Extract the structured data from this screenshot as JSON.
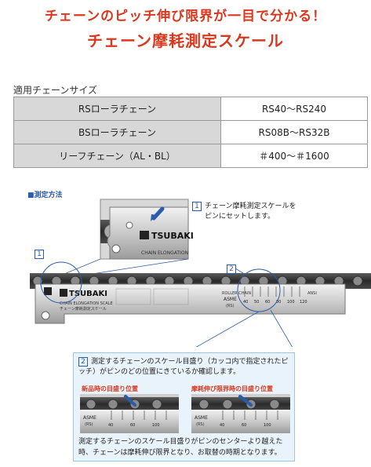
{
  "headline": {
    "line1": "チェーンのピッチ伸び限界が一目で分かる！",
    "line2": "チェーン摩耗測定スケール"
  },
  "applicable": {
    "label": "適用チェーンサイズ",
    "rows": [
      {
        "name": "RSローラチェーン",
        "range": "RS40～RS240"
      },
      {
        "name": "BSローラチェーン",
        "range": "RS08B～RS32B"
      },
      {
        "name": "リーフチェーン（AL・BL）",
        "range": "＃400～＃1600"
      }
    ]
  },
  "method": {
    "label": "■測定方法",
    "step1_num": "1",
    "step1_text_a": "チェーン摩耗測定スケールを",
    "step1_text_b": "ピンにセットします。",
    "step2_num": "2",
    "step2_text": "測定するチェーンのスケール目盛り（カッコ内で指定されたピッチ）がピンのどの位置にきているか確認します。",
    "new_label": "新品時の目盛り位置",
    "limit_label": "摩耗伸び限界時の目盛り位置",
    "conclusion": "測定するチェーンのスケール目盛りがピンのセンターより越えた時、チェーンは摩耗伸び限界となり、お取替の時期となります。"
  },
  "scale_print": {
    "brand": "TSUBAKI",
    "caption_zoom": "CHAIN ELONGATION",
    "caption_main": "CHAIN ELONGATION SCALE",
    "caption_jp": "チェーン摩耗測定スケール",
    "asme": "ASME",
    "asme_sub": "(RS)",
    "roller_chain": "ROLLER CHAIN",
    "ansi": "ANSI",
    "pitches": [
      "40",
      "50",
      "60",
      "80",
      "100",
      "120"
    ]
  },
  "colors": {
    "headline": "#d9381e",
    "accent_blue": "#2b5cab",
    "table_header_bg": "#d8d8d8",
    "info_bg": "#e9f3fb"
  }
}
